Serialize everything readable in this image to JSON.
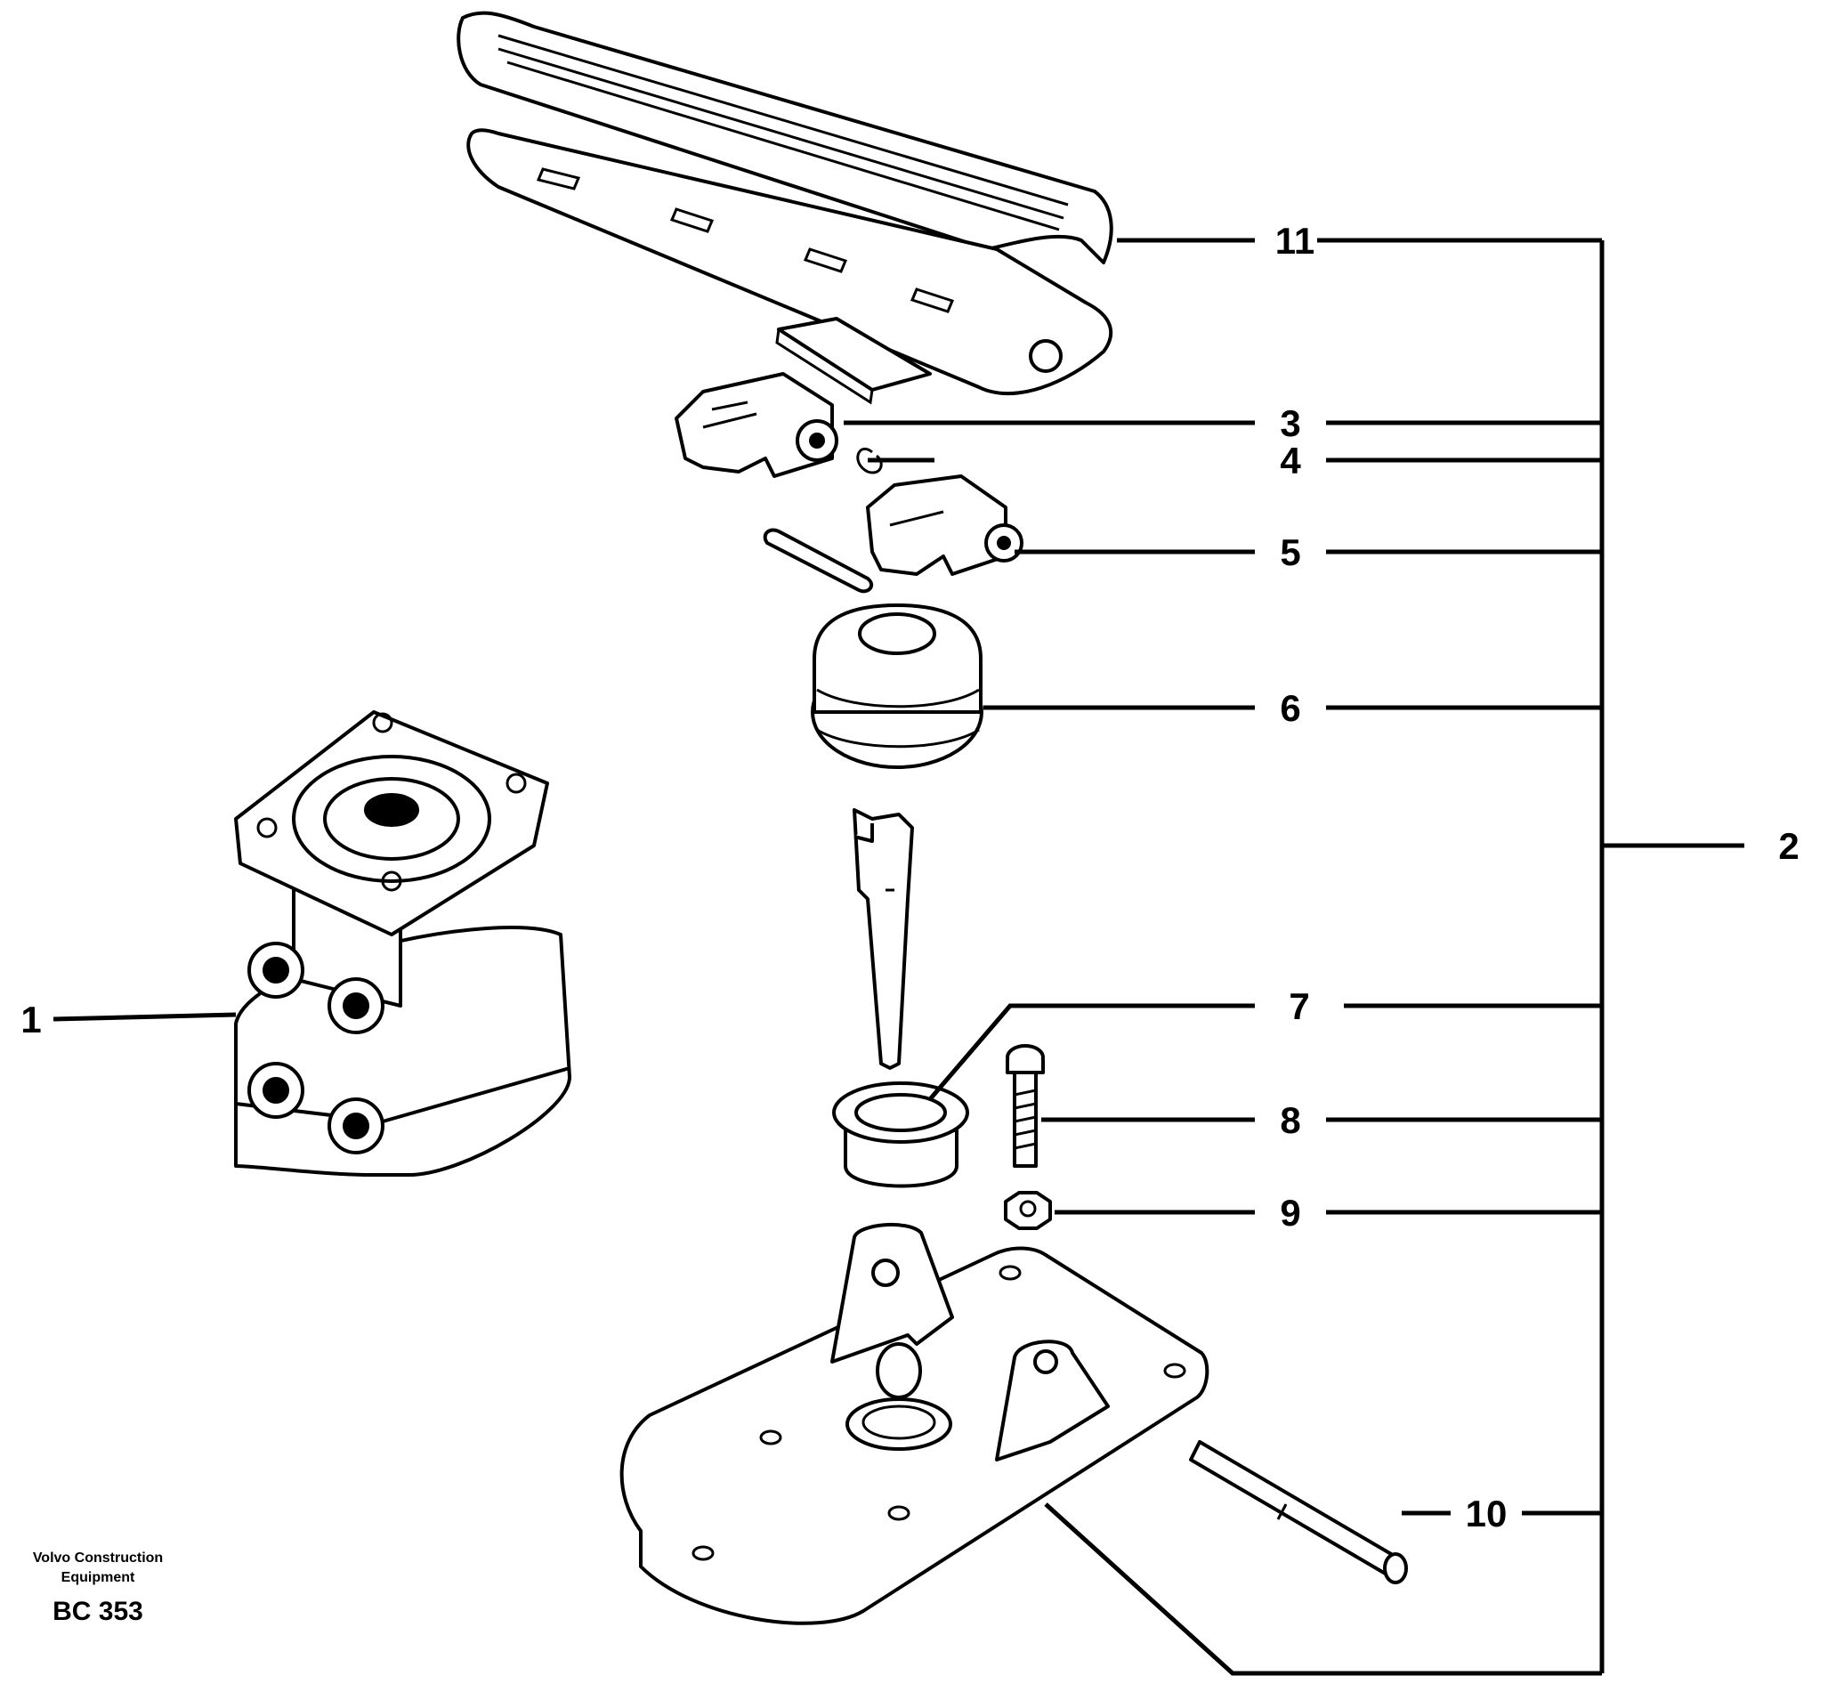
{
  "callouts": [
    {
      "id": "1",
      "label": "1"
    },
    {
      "id": "2",
      "label": "2"
    },
    {
      "id": "3",
      "label": "3"
    },
    {
      "id": "4",
      "label": "4"
    },
    {
      "id": "5",
      "label": "5"
    },
    {
      "id": "6",
      "label": "6"
    },
    {
      "id": "7",
      "label": "7"
    },
    {
      "id": "8",
      "label": "8"
    },
    {
      "id": "9",
      "label": "9"
    },
    {
      "id": "10",
      "label": "10"
    },
    {
      "id": "11",
      "label": "11"
    }
  ],
  "caption": {
    "brand_line1": "Volvo Construction",
    "brand_line2": "Equipment",
    "code": "BC 353"
  }
}
